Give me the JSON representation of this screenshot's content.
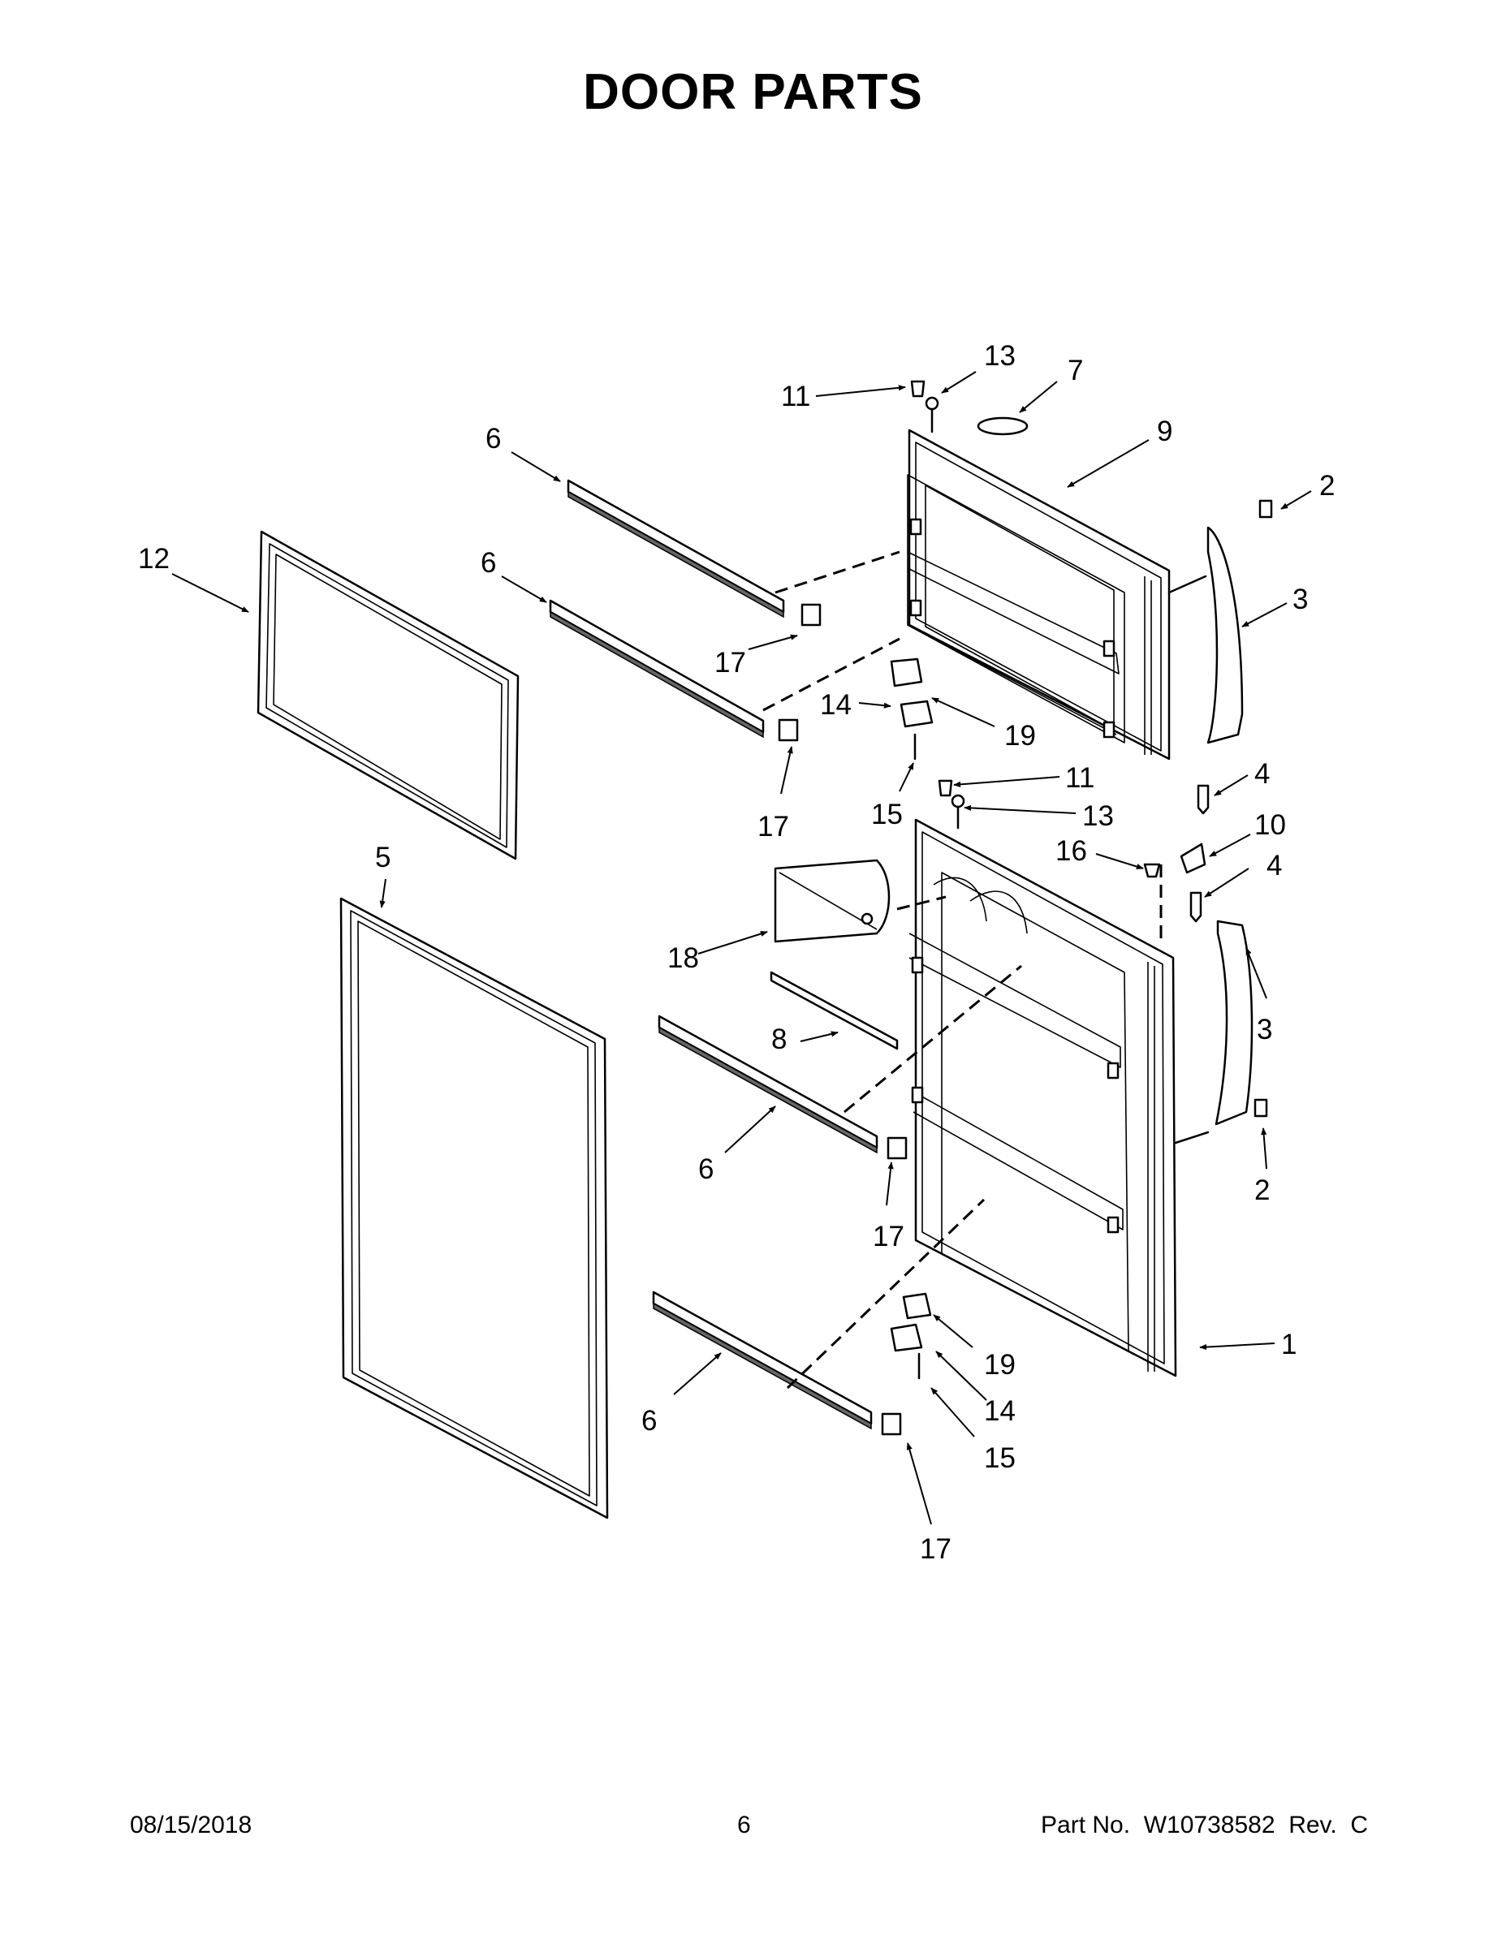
{
  "title": "DOOR PARTS",
  "footer": {
    "date": "08/15/2018",
    "page": "6",
    "part_no": "Part No.  W10738582  Rev.  C"
  },
  "callouts": {
    "c1": "1",
    "c2a": "2",
    "c2b": "2",
    "c3a": "3",
    "c3b": "3",
    "c4a": "4",
    "c4b": "4",
    "c5": "5",
    "c6a": "6",
    "c6b": "6",
    "c6c": "6",
    "c6d": "6",
    "c7": "7",
    "c8": "8",
    "c9": "9",
    "c10": "10",
    "c11a": "11",
    "c11b": "11",
    "c12": "12",
    "c13a": "13",
    "c13b": "13",
    "c14a": "14",
    "c14b": "14",
    "c15a": "15",
    "c15b": "15",
    "c16": "16",
    "c17a": "17",
    "c17b": "17",
    "c17c": "17",
    "c17d": "17",
    "c18": "18",
    "c19a": "19",
    "c19b": "19"
  }
}
